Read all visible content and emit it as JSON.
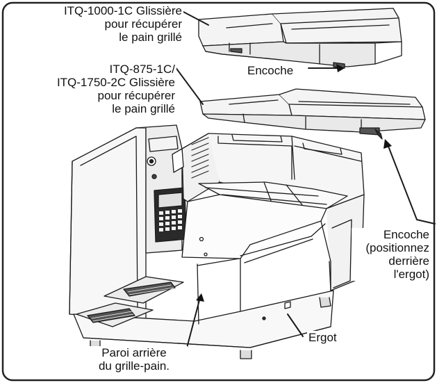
{
  "labels": {
    "tray_top": {
      "lines": [
        "ITQ-1000-1C Glissière",
        "pour récupérer",
        "le pain grillé"
      ]
    },
    "notch_top": {
      "text": "Encoche"
    },
    "tray_mid": {
      "lines": [
        "ITQ-875-1C/",
        "ITQ-1750-2C Glissière",
        "pour récupérer",
        "le pain grillé"
      ]
    },
    "notch_right": {
      "lines": [
        "Encoche",
        "(positionnez",
        "derrière",
        "l'ergot)"
      ]
    },
    "lug": {
      "text": "Ergot"
    },
    "back_wall": {
      "lines": [
        "Paroi arrière",
        "du grille-pain."
      ]
    }
  },
  "colors": {
    "line": "#1a1a1a",
    "light_fill": "#f4f4f4",
    "mid_fill": "#e6e6e6",
    "dark_fill": "#2a2a2a",
    "frame": "#222222"
  }
}
